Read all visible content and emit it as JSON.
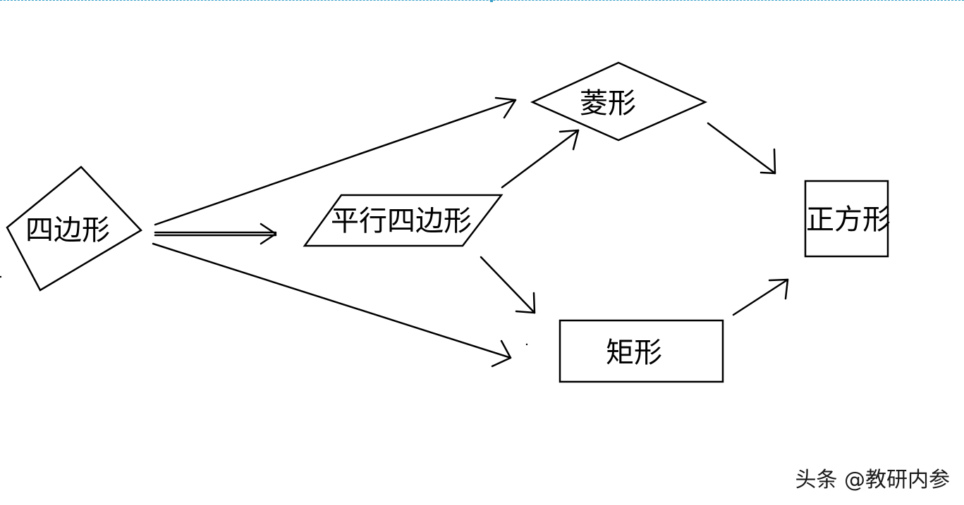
{
  "nodes": {
    "quadrilateral": "四边形",
    "parallelogram": "平行四边形",
    "rhombus": "菱形",
    "rectangle": "矩形",
    "square": "正方形"
  },
  "watermark": "头条 @教研内参",
  "colors": {
    "stroke": "#000000",
    "background": "#ffffff",
    "selection_border": "#3aa0c8"
  }
}
